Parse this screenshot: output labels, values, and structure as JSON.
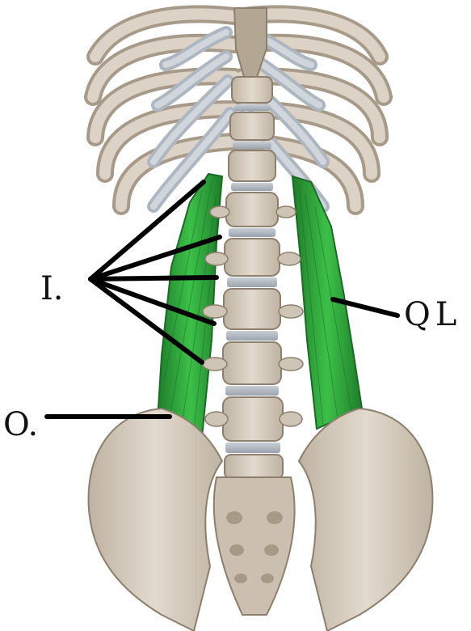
{
  "labels": {
    "insertion": "I.",
    "origin": "O.",
    "muscle": "QL"
  },
  "colors": {
    "background": "#ffffff",
    "bone": "#d6cdc0",
    "bone_dark": "#a89a88",
    "cartilage": "#b4bcc4",
    "muscle_green": "#2fa63a",
    "muscle_dark": "#1f7d2a",
    "leader_line": "#000000"
  }
}
